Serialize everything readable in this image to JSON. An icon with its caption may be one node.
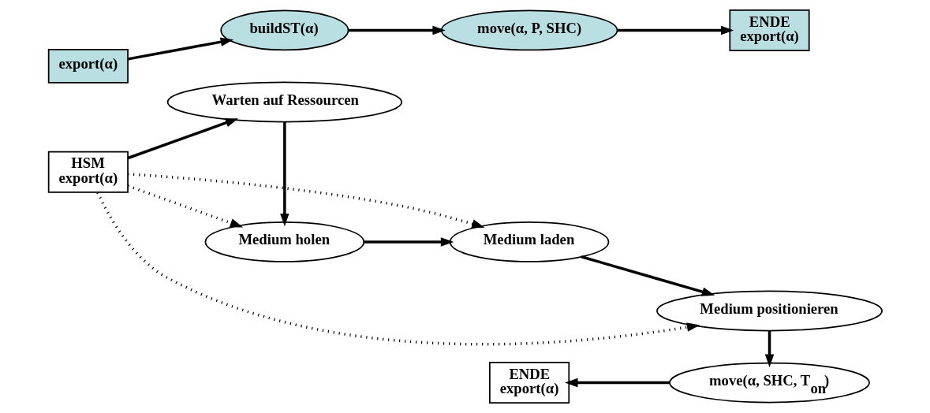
{
  "diagram": {
    "nodes": [
      {
        "text": [
          "export(α)"
        ]
      },
      {
        "text": [
          "buildST(α)"
        ]
      },
      {
        "text": [
          "move(α, P, SHC)"
        ]
      },
      {
        "text": [
          "ENDE",
          "export(α)"
        ]
      },
      {
        "text": [
          "HSM",
          "export(α)"
        ]
      },
      {
        "text": [
          "Medium holen"
        ]
      },
      {
        "text": [
          "Medium laden"
        ]
      },
      {
        "text": [
          "Medium positionieren"
        ]
      },
      {
        "text": [
          "Warten auf Ressourcen"
        ]
      },
      {
        "text": [
          "ENDE",
          "export(α)"
        ]
      },
      {
        "text": [
          "move(α, SHC, T$_{on}$)"
        ]
      }
    ],
    "edges": [
      {
        "from": 0,
        "to": 1,
        "arrow": "to"
      },
      {
        "from": 1,
        "to": 2,
        "arrow": "to"
      },
      {
        "from": 2,
        "to": 3,
        "arrow": "to"
      },
      {
        "from": 4,
        "to": 5,
        "arrow": "to",
        "style": "dashed"
      },
      {
        "from": 4,
        "to": 6,
        "arrow": "to",
        "style": "dashed"
      },
      {
        "from": 4,
        "to": 7,
        "arrow": "to",
        "style": "dashed"
      },
      {
        "from": 5,
        "to": 6,
        "arrow": "to"
      },
      {
        "from": 6,
        "to": 7,
        "arrow": "to"
      },
      {
        "from": 7,
        "to": 10,
        "arrow": "to"
      },
      {
        "from": 10,
        "to": 9,
        "arrow": "to"
      },
      {
        "from": 4,
        "to": 8,
        "arrow": "to"
      },
      {
        "from": 8,
        "to": 5,
        "arrow": "to"
      }
    ]
  }
}
